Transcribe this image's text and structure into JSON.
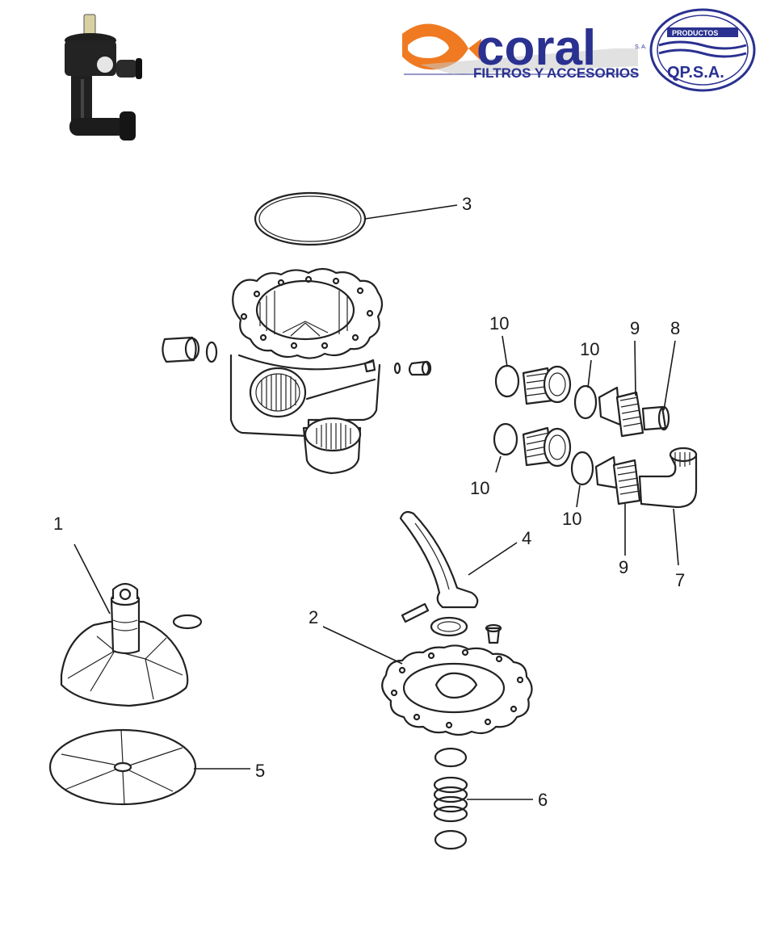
{
  "logos": {
    "coral": {
      "word": "coral",
      "tagline": "FILTROS Y ACCESORIOS",
      "sa": "S. A.",
      "color": "#2a3190",
      "fish_color": "#f07a22"
    },
    "qp": {
      "top_text": "PRODUCTOS",
      "main_text": "QP.S.A.",
      "color": "#2a3190"
    }
  },
  "callouts": [
    {
      "id": "1",
      "text": "1"
    },
    {
      "id": "2",
      "text": "2"
    },
    {
      "id": "3",
      "text": "3"
    },
    {
      "id": "4",
      "text": "4"
    },
    {
      "id": "5",
      "text": "5"
    },
    {
      "id": "6",
      "text": "6"
    },
    {
      "id": "7",
      "text": "7"
    },
    {
      "id": "8",
      "text": "8"
    },
    {
      "id": "9a",
      "text": "9"
    },
    {
      "id": "9b",
      "text": "9"
    },
    {
      "id": "10a",
      "text": "10"
    },
    {
      "id": "10b",
      "text": "10"
    },
    {
      "id": "10c",
      "text": "10"
    },
    {
      "id": "10d",
      "text": "10"
    }
  ]
}
